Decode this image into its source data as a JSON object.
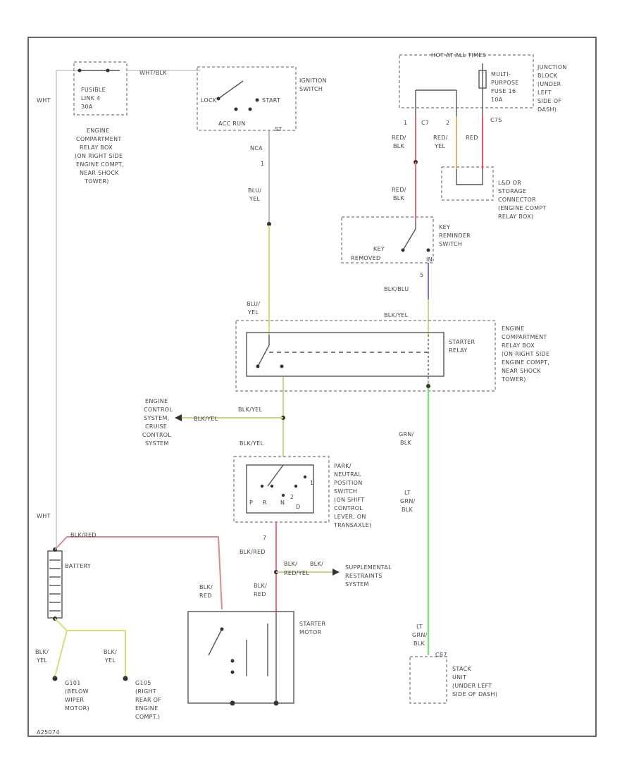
{
  "colors": {
    "wht": "#bdbdbd",
    "blu_yel": "#d6e07a",
    "red_blk": "#e07080",
    "red_yel": "#f2b46a",
    "red": "#e8555a",
    "blu_blu": "#7b6fd6",
    "grn_blk": "#7fe07a",
    "blu_red": "#d98a8a",
    "grn_yel": "#c8d68a"
  },
  "labels": {
    "wht_left_top": "WHT",
    "wht_left_bottom": "WHT",
    "wht_blk_top": "WHT/BLK",
    "fusible_link": [
      "FUSIBLE",
      "LINK 4",
      "30A"
    ],
    "engine_relay_box_top": [
      "ENGINE",
      "COMPARTMENT",
      "RELAY BOX",
      "(ON RIGHT SIDE",
      "ENGINE COMPT,",
      "NEAR SHOCK",
      "TOWER)"
    ],
    "ignition_switch": [
      "IGNITION",
      "SWITCH"
    ],
    "lock": "LOCK",
    "start": "START",
    "acc_run": "ACC  RUN",
    "st": "ST",
    "nca": "NCA",
    "nca_pin": "1",
    "blu_yel_1": [
      "BLU/",
      "YEL"
    ],
    "hot_at_all_times": "HOT AT ALL TIMES",
    "junction_block": [
      "JUNCTION",
      "BLOCK",
      "(UNDER",
      "LEFT",
      "SIDE OF",
      "DASH)"
    ],
    "multi_fuse": [
      "MULTI-",
      "PURPOSE",
      "FUSE 16",
      "10A"
    ],
    "pin_c7_1": "1",
    "pin_c7": "C7",
    "pin_c7_2": "2",
    "pin_c7_3": "C7S",
    "red_blk_1": [
      "RED/",
      "BLK"
    ],
    "red_yel_1": [
      "RED/",
      "YEL"
    ],
    "red_1": "RED",
    "dlc_connector": [
      "L&D OR",
      "STORAGE",
      "CONNECTOR",
      "(ENGINE COMPT",
      "RELAY BOX)"
    ],
    "red_blk_2": [
      "RED/",
      "BLK"
    ],
    "key_reminder_switch": [
      "KEY",
      "REMINDER",
      "SWITCH"
    ],
    "key_remover": [
      "KEY",
      "REMOVED"
    ],
    "in": "IN",
    "blk_blu_pin": "5",
    "blk_blu": "BLK/BLU",
    "blu_yel_2": [
      "BLU/",
      "YEL"
    ],
    "blk_yel_top_right": "BLK/YEL",
    "starter_relay": [
      "STARTER",
      "RELAY"
    ],
    "engine_relay_box_mid": [
      "ENGINE",
      "COMPARTMENT",
      "RELAY BOX",
      "(ON RIGHT SIDE",
      "ENGINE COMPT,",
      "NEAR SHOCK",
      "TOWER)"
    ],
    "engine_control": [
      "ENGINE",
      "CONTROL",
      "SYSTEM,",
      "CRUISE",
      "CONTROL",
      "SYSTEM"
    ],
    "blk_yel_branch": "BLK/YEL",
    "blk_yel_mid": "BLK/YEL",
    "blk_yel_pnp": "BLK/YEL",
    "grn_blk_1": [
      "GRN/",
      "BLK"
    ],
    "lt_grn_blk_1": [
      "LT",
      "GRN/",
      "BLK"
    ],
    "pnp_switch": [
      "PARK/",
      "NEUTRAL",
      "POSITION",
      "SWITCH",
      "(ON SHIFT",
      "CONTROL",
      "LEVER, ON",
      "TRANSAXLE)"
    ],
    "pnp_letters": [
      "P",
      "R",
      "N",
      "D",
      "2",
      "1"
    ],
    "pnp_pin": "7",
    "blk_red_top": "BLK/RED",
    "battery": "BATTERY",
    "blk_red_low": "BLK/RED",
    "blk_blk_label": [
      "BLK/",
      "BLK/"
    ],
    "red_yel_2": "RED/YEL",
    "supplemental": [
      "SUPPLEMENTAL",
      "RESTRAINTS",
      "SYSTEM"
    ],
    "blk_red_starter": [
      "BLK/",
      "RED"
    ],
    "blk_red_starter_2": [
      "BLK/",
      "RED"
    ],
    "starter_motor": [
      "STARTER",
      "MOTOR"
    ],
    "lt_grn_blk_2": [
      "LT",
      "GRN/",
      "BLK"
    ],
    "c87": "C87",
    "stack_unit": [
      "STACK",
      "UNIT",
      "(UNDER LEFT",
      "SIDE OF DASH)"
    ],
    "blu_yel_gnd1": [
      "BLK/",
      "YEL"
    ],
    "blu_yel_gnd2": [
      "BLK/",
      "YEL"
    ],
    "g101": [
      "G101",
      "(BELOW",
      "WIPER",
      "MOTOR)"
    ],
    "g105": [
      "G105",
      "(RIGHT",
      "REAR OF",
      "ENGINE",
      "COMPT.)"
    ],
    "footer_code": "A25074"
  }
}
